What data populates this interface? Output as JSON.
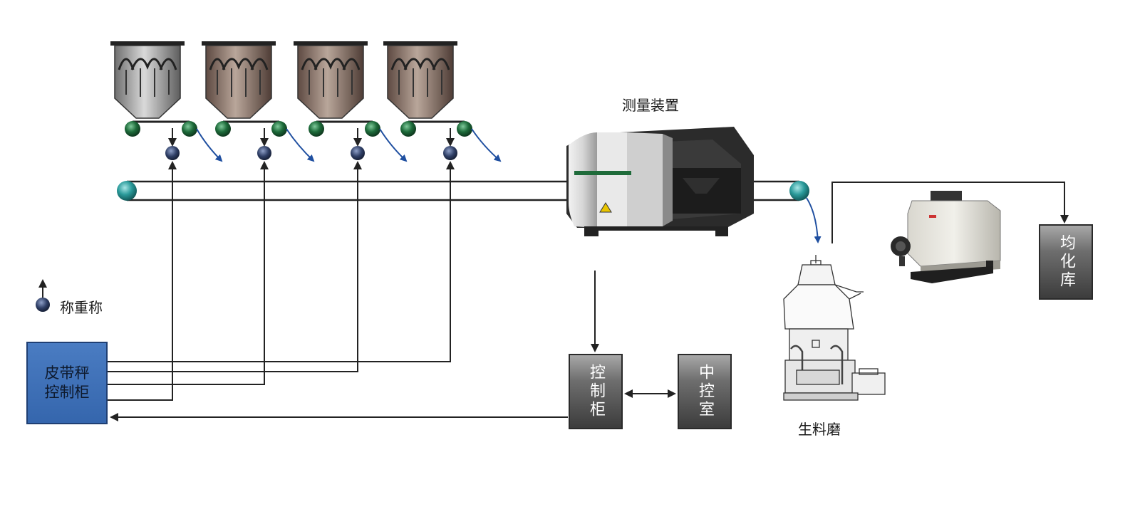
{
  "labels": {
    "measuring_device": "测量装置",
    "weighing_scale_legend": "称重称",
    "raw_mill": "生料磨"
  },
  "boxes": {
    "belt_scale_controller": [
      "皮带秤",
      "控制柜"
    ],
    "control_cabinet": "控制柜",
    "central_control_room": "中控室",
    "homogenizing_silo": "均化库"
  },
  "colors": {
    "belt_controller_fill": "#3f70b8",
    "box_gray": "#555555",
    "flow_arrow": "#1f4fa0",
    "signal_line": "#222222",
    "roller": "#1f8a8a",
    "feeder_roller": "#1d6b3a",
    "scale_node": "#2f3f66"
  },
  "hoppers": [
    {
      "name": "hopper-1",
      "color": "#9a9a9a"
    },
    {
      "name": "hopper-2",
      "color": "#8a7468"
    },
    {
      "name": "hopper-3",
      "color": "#8a7468"
    },
    {
      "name": "hopper-4",
      "color": "#8a7468"
    }
  ]
}
